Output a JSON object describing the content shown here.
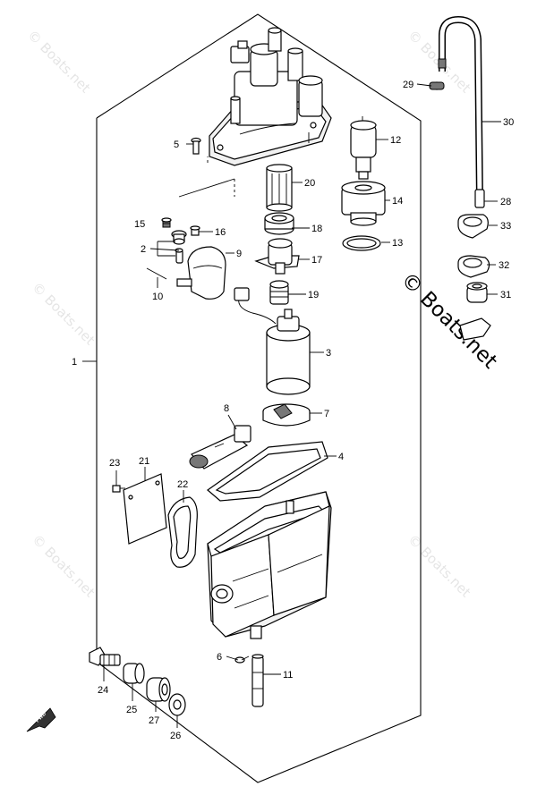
{
  "watermark": {
    "main": "© Boats.net",
    "faint": "© Boats.net"
  },
  "fwd_label": "FWD",
  "callouts": {
    "p1": "1",
    "p2": "2",
    "p3": "3",
    "p4": "4",
    "p5": "5",
    "p6": "6",
    "p7": "7",
    "p8": "8",
    "p9": "9",
    "p10": "10",
    "p11": "11",
    "p12": "12",
    "p13": "13",
    "p14": "14",
    "p15": "15",
    "p16": "16",
    "p17": "17",
    "p18": "18",
    "p19": "19",
    "p20": "20",
    "p21": "21",
    "p22": "22",
    "p23": "23",
    "p24": "24",
    "p25": "25",
    "p26": "26",
    "p27": "27",
    "p28": "28",
    "p29": "29",
    "p30": "30",
    "p31": "31",
    "p32": "32",
    "p33": "33"
  }
}
